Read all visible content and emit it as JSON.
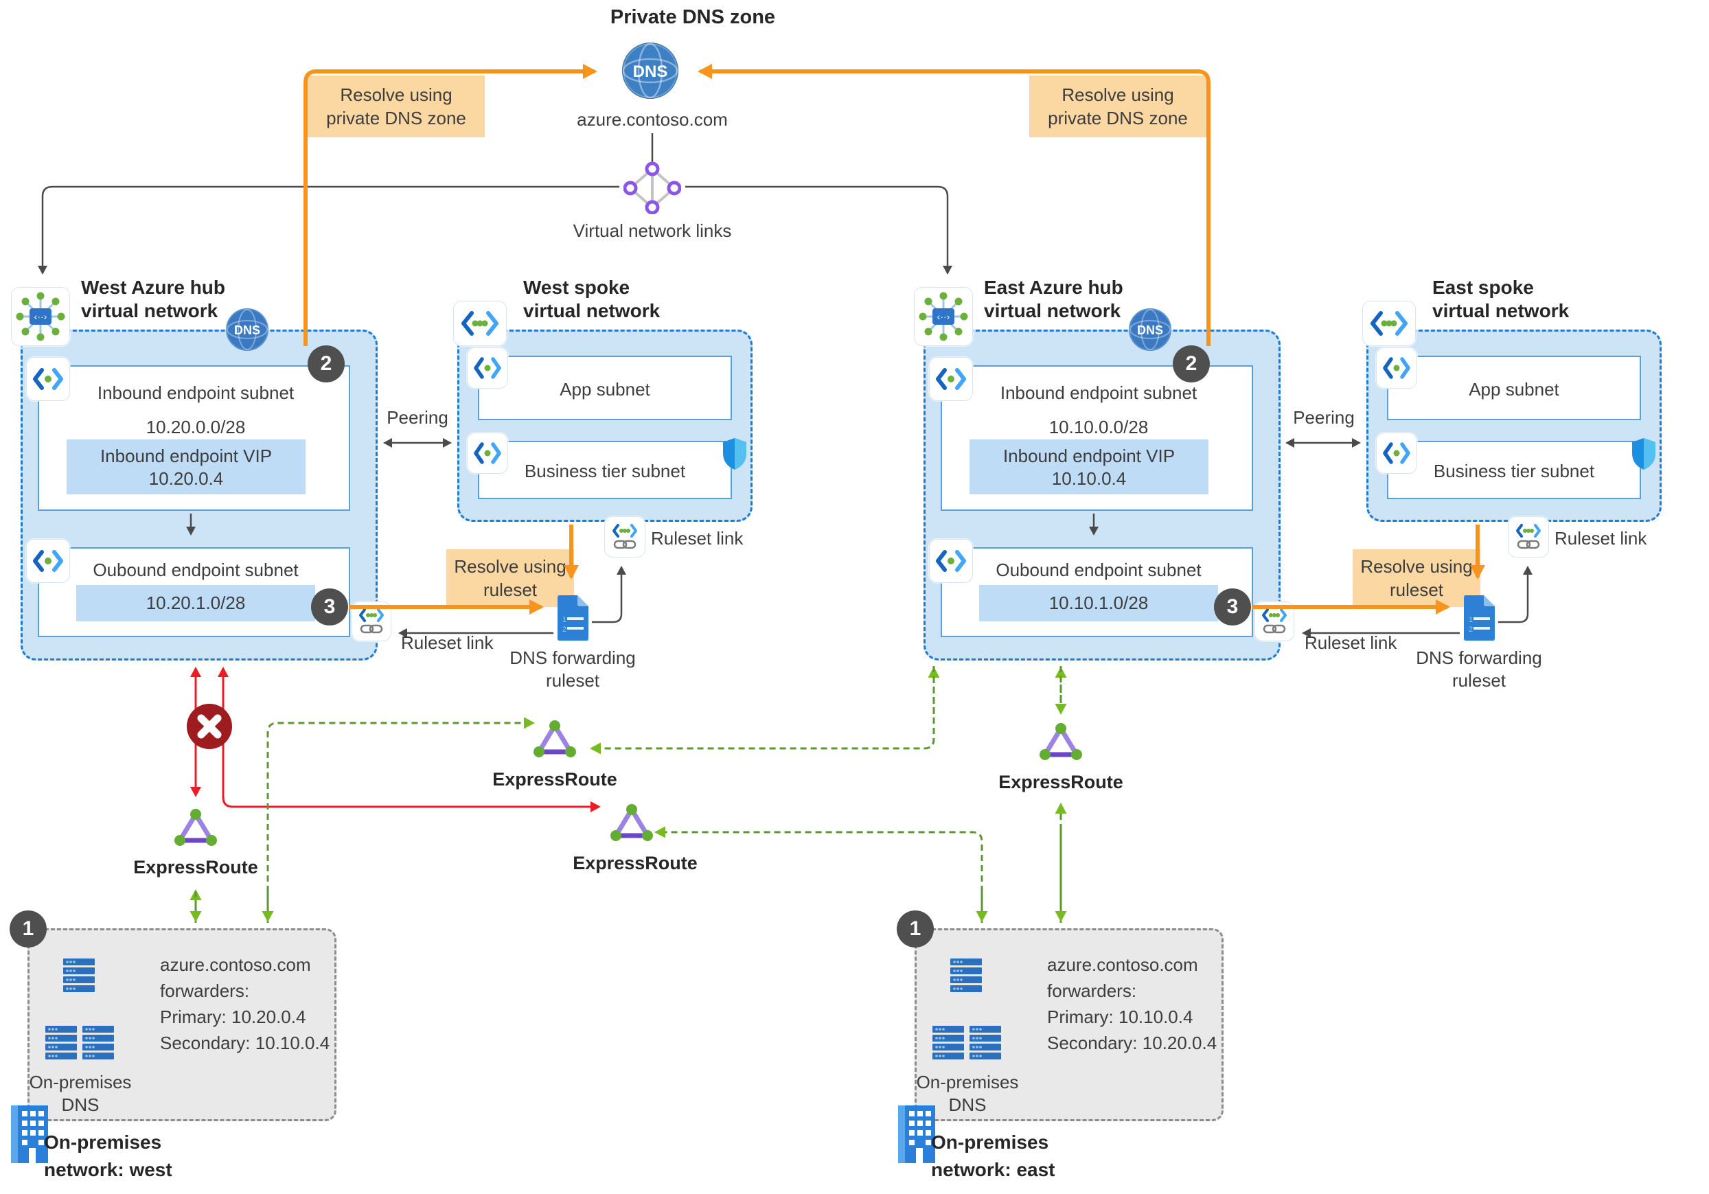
{
  "zone": {
    "title": "Private DNS zone",
    "name": "azure.contoso.com",
    "links_label": "Virtual network links"
  },
  "callouts": {
    "resolve_private_l1": "Resolve using",
    "resolve_private_l2": "private DNS zone",
    "resolve_ruleset_l1": "Resolve using",
    "resolve_ruleset_l2": "ruleset",
    "dns_forwarding_l1": "DNS forwarding",
    "dns_forwarding_l2": "ruleset",
    "ruleset_link": "Ruleset link",
    "peering": "Peering",
    "expressroute": "ExpressRoute"
  },
  "badges": {
    "step1": "1",
    "step2": "2",
    "step3": "3",
    "dns": "DNS"
  },
  "hubs": {
    "west": {
      "title_l1": "West Azure hub",
      "title_l2": "virtual network",
      "inbound_title": "Inbound endpoint subnet",
      "inbound_cidr": "10.20.0.0/28",
      "vip_l1": "Inbound endpoint VIP",
      "vip_l2": "10.20.0.4",
      "outbound_title": "Oubound endpoint subnet",
      "outbound_cidr": "10.20.1.0/28"
    },
    "east": {
      "title_l1": "East Azure hub",
      "title_l2": "virtual network",
      "inbound_title": "Inbound endpoint subnet",
      "inbound_cidr": "10.10.0.0/28",
      "vip_l1": "Inbound endpoint VIP",
      "vip_l2": "10.10.0.4",
      "outbound_title": "Oubound endpoint subnet",
      "outbound_cidr": "10.10.1.0/28"
    }
  },
  "spokes": {
    "west": {
      "title_l1": "West spoke",
      "title_l2": "virtual network",
      "app": "App subnet",
      "biz": "Business tier subnet"
    },
    "east": {
      "title_l1": "East spoke",
      "title_l2": "virtual network",
      "app": "App subnet",
      "biz": "Business tier subnet"
    }
  },
  "onprem": {
    "west": {
      "dns_l1": "On-premises",
      "dns_l2": "DNS",
      "fwd_l1": "azure.contoso.com",
      "fwd_l2": "forwarders:",
      "fwd_l3": "Primary: 10.20.0.4",
      "fwd_l4": "Secondary: 10.10.0.4",
      "net_l1": "On-premises",
      "net_l2": "network: west"
    },
    "east": {
      "dns_l1": "On-premises",
      "dns_l2": "DNS",
      "fwd_l1": "azure.contoso.com",
      "fwd_l2": "forwarders:",
      "fwd_l3": "Primary: 10.10.0.4",
      "fwd_l4": "Secondary: 10.20.0.4",
      "net_l1": "On-premises",
      "net_l2": "network: east"
    }
  },
  "colors": {
    "orange": "#F7941D",
    "orange_fill": "#FBD7A2",
    "hub_fill": "#CDE3F6",
    "hub_border": "#1E7BD2",
    "green": "#76BC21",
    "red": "#ED1C24",
    "badge_gray": "#4F4F4F"
  }
}
